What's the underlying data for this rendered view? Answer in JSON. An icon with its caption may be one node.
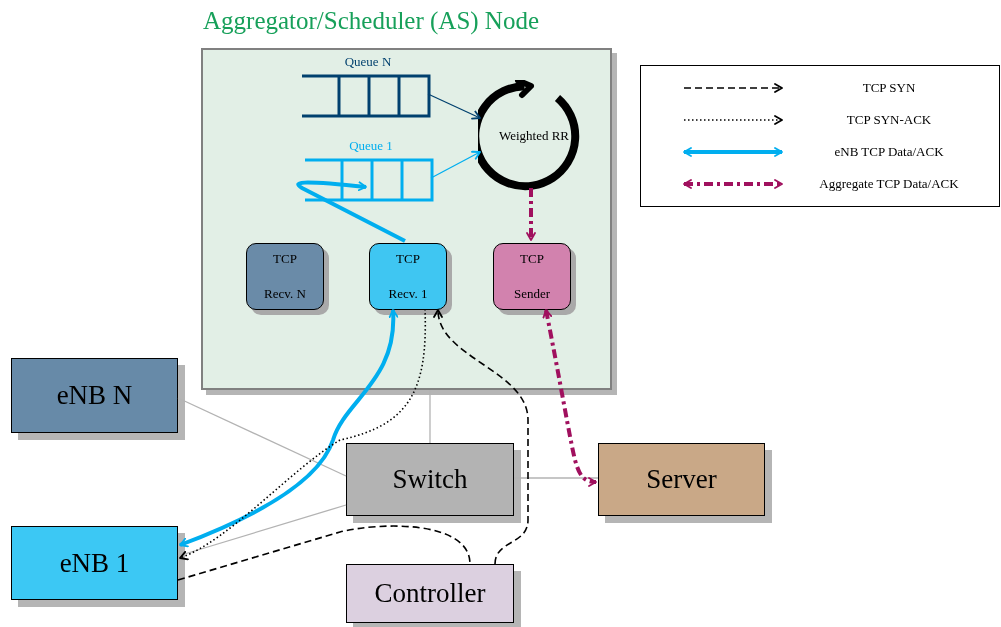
{
  "diagram": {
    "nodes": [
      {
        "text": [
          "Aggregator/Scheduler (AS) Node"
        ]
      },
      {
        "text": [
          "Queue N"
        ],
        "in": 0
      },
      {
        "text": [
          "Queue 1"
        ],
        "in": 0
      },
      {
        "text": [
          "Weighted RR"
        ],
        "in": 0
      },
      {
        "text": [
          "TCP",
          "Recv. N"
        ],
        "in": 0
      },
      {
        "text": [
          "TCP",
          "Recv. 1"
        ],
        "in": 0
      },
      {
        "text": [
          "TCP",
          "Sender"
        ],
        "in": 0
      },
      {
        "text": [
          "eNB N"
        ]
      },
      {
        "text": [
          "eNB 1"
        ]
      },
      {
        "text": [
          "Switch"
        ]
      },
      {
        "text": [
          "Server"
        ]
      },
      {
        "text": [
          "Controller"
        ]
      }
    ],
    "edges": [
      {
        "from": 1,
        "to": 3,
        "arrow": "to",
        "color": "#00406e"
      },
      {
        "from": 2,
        "to": 3,
        "arrow": "to",
        "color": "#00aeef"
      },
      {
        "from": 5,
        "to": 2,
        "arrow": "to",
        "style": "thick",
        "color": "#00aeef"
      },
      {
        "from": 3,
        "to": 6,
        "arrow": "to",
        "style": "dashed",
        "color": "#a0105e"
      },
      {
        "from": 7,
        "to": 9,
        "arrow": "none",
        "color": "#b3b3b3"
      },
      {
        "from": 8,
        "to": 9,
        "arrow": "none",
        "color": "#b3b3b3"
      },
      {
        "from": 9,
        "to": 0,
        "arrow": "none",
        "color": "#b3b3b3"
      },
      {
        "from": 9,
        "to": 10,
        "arrow": "none",
        "color": "#b3b3b3"
      },
      {
        "from": 8,
        "to": 5,
        "arrow": "both",
        "style": "thick",
        "color": "#00aeef"
      },
      {
        "from": 5,
        "to": 8,
        "arrow": "to",
        "style": "dashed",
        "color": "#000000"
      },
      {
        "from": 8,
        "to": 11,
        "arrow": "none",
        "style": "dashed",
        "color": "#000000"
      },
      {
        "from": 11,
        "to": 5,
        "arrow": "to",
        "style": "dashed",
        "color": "#000000"
      },
      {
        "from": 6,
        "to": 10,
        "arrow": "both",
        "style": "dashed",
        "color": "#a0105e"
      }
    ],
    "legend": [
      {
        "text": "TCP SYN"
      },
      {
        "text": "TCP SYN-ACK"
      },
      {
        "text": "eNB TCP Data/ACK"
      },
      {
        "text": "Aggregate TCP Data/ACK"
      }
    ]
  }
}
